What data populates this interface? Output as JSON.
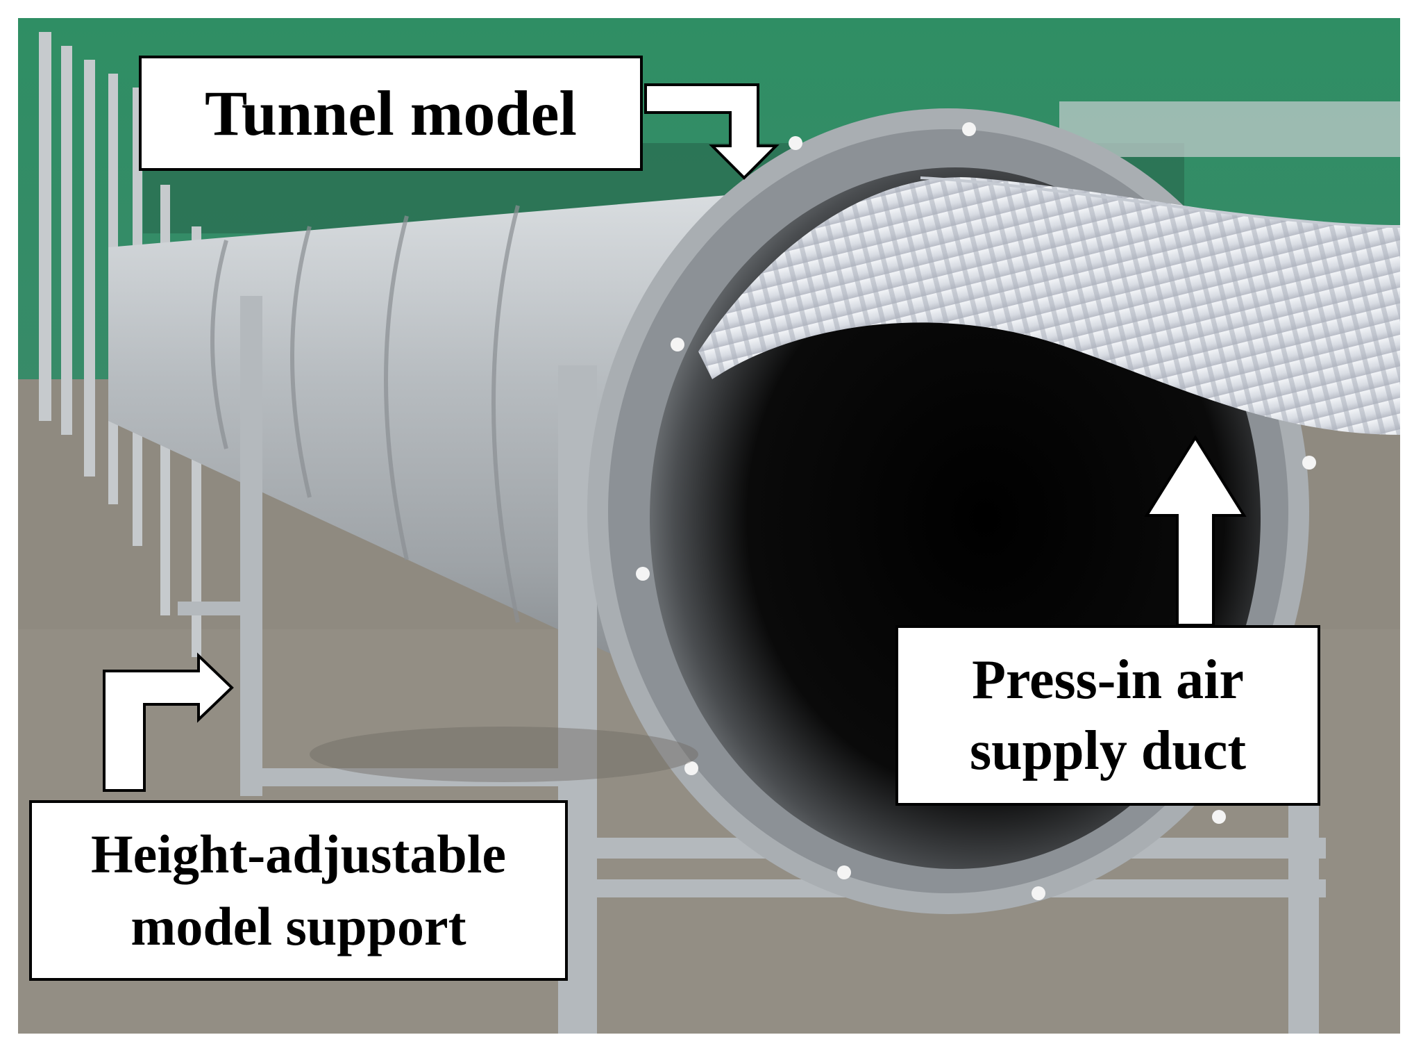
{
  "figure": {
    "labels": {
      "tunnel_model": "Tunnel model",
      "press_in_line1": "Press-in air",
      "press_in_line2": "supply duct",
      "support_line1": "Height-adjustable",
      "support_line2": "model support"
    },
    "colors": {
      "tent_green": "#2e8a62",
      "pipe_silver": "#b9bec2",
      "tunnel_interior": "#050505",
      "duct_hose": "#e4e7ec",
      "floor_concrete": "#8f8a80",
      "label_background": "#ffffff",
      "label_border": "#000000"
    }
  }
}
